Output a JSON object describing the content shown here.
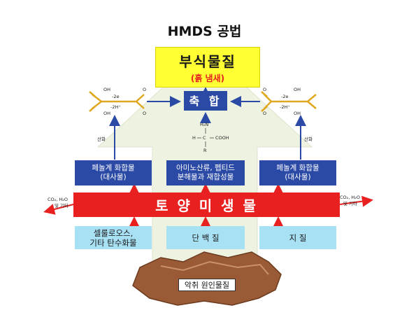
{
  "title": "HMDS 공법",
  "top_box": {
    "main": "부식물질",
    "sub": "(흙 냄새)"
  },
  "condensation": "축 합",
  "left_product": {
    "line1": "페놀계 화합물",
    "line2": "(대사물)"
  },
  "center_product": {
    "line1": "아미노산류, 펩티드",
    "line2": "분해물과 재합성물"
  },
  "right_product": {
    "line1": "페놀계 화합물",
    "line2": "(대사물)"
  },
  "microbe": "토 양 미 생 물",
  "sources": [
    {
      "line1": "셀룰로오스,",
      "line2": "기타 탄수화물"
    },
    {
      "line1": "단 백 질",
      "line2": ""
    },
    {
      "line1": "지  질",
      "line2": ""
    }
  ],
  "origin": "악취 원인물질",
  "oxidation": "산화",
  "byproduct": {
    "line1": "CO₂, H₂O",
    "line2": "및 기타"
  },
  "quinone": {
    "oh": "OH",
    "o": "O",
    "electrons": "-2e",
    "protons": "-2H⁺"
  },
  "amino_acid": {
    "h2n": "H₂N",
    "h": "H",
    "c": "C",
    "cooh": "COOH",
    "r": "R"
  },
  "colors": {
    "yellow": "#ffff33",
    "red": "#e8201f",
    "dark_blue": "#2b4aa6",
    "light_blue": "#a8e0f4",
    "arrow_blue": "#2b4aa6",
    "arrow_red": "#e8201f",
    "big_arrow": "#eef2e0",
    "soil": "#9a5a36",
    "quinone_gold": "#e0a820"
  }
}
